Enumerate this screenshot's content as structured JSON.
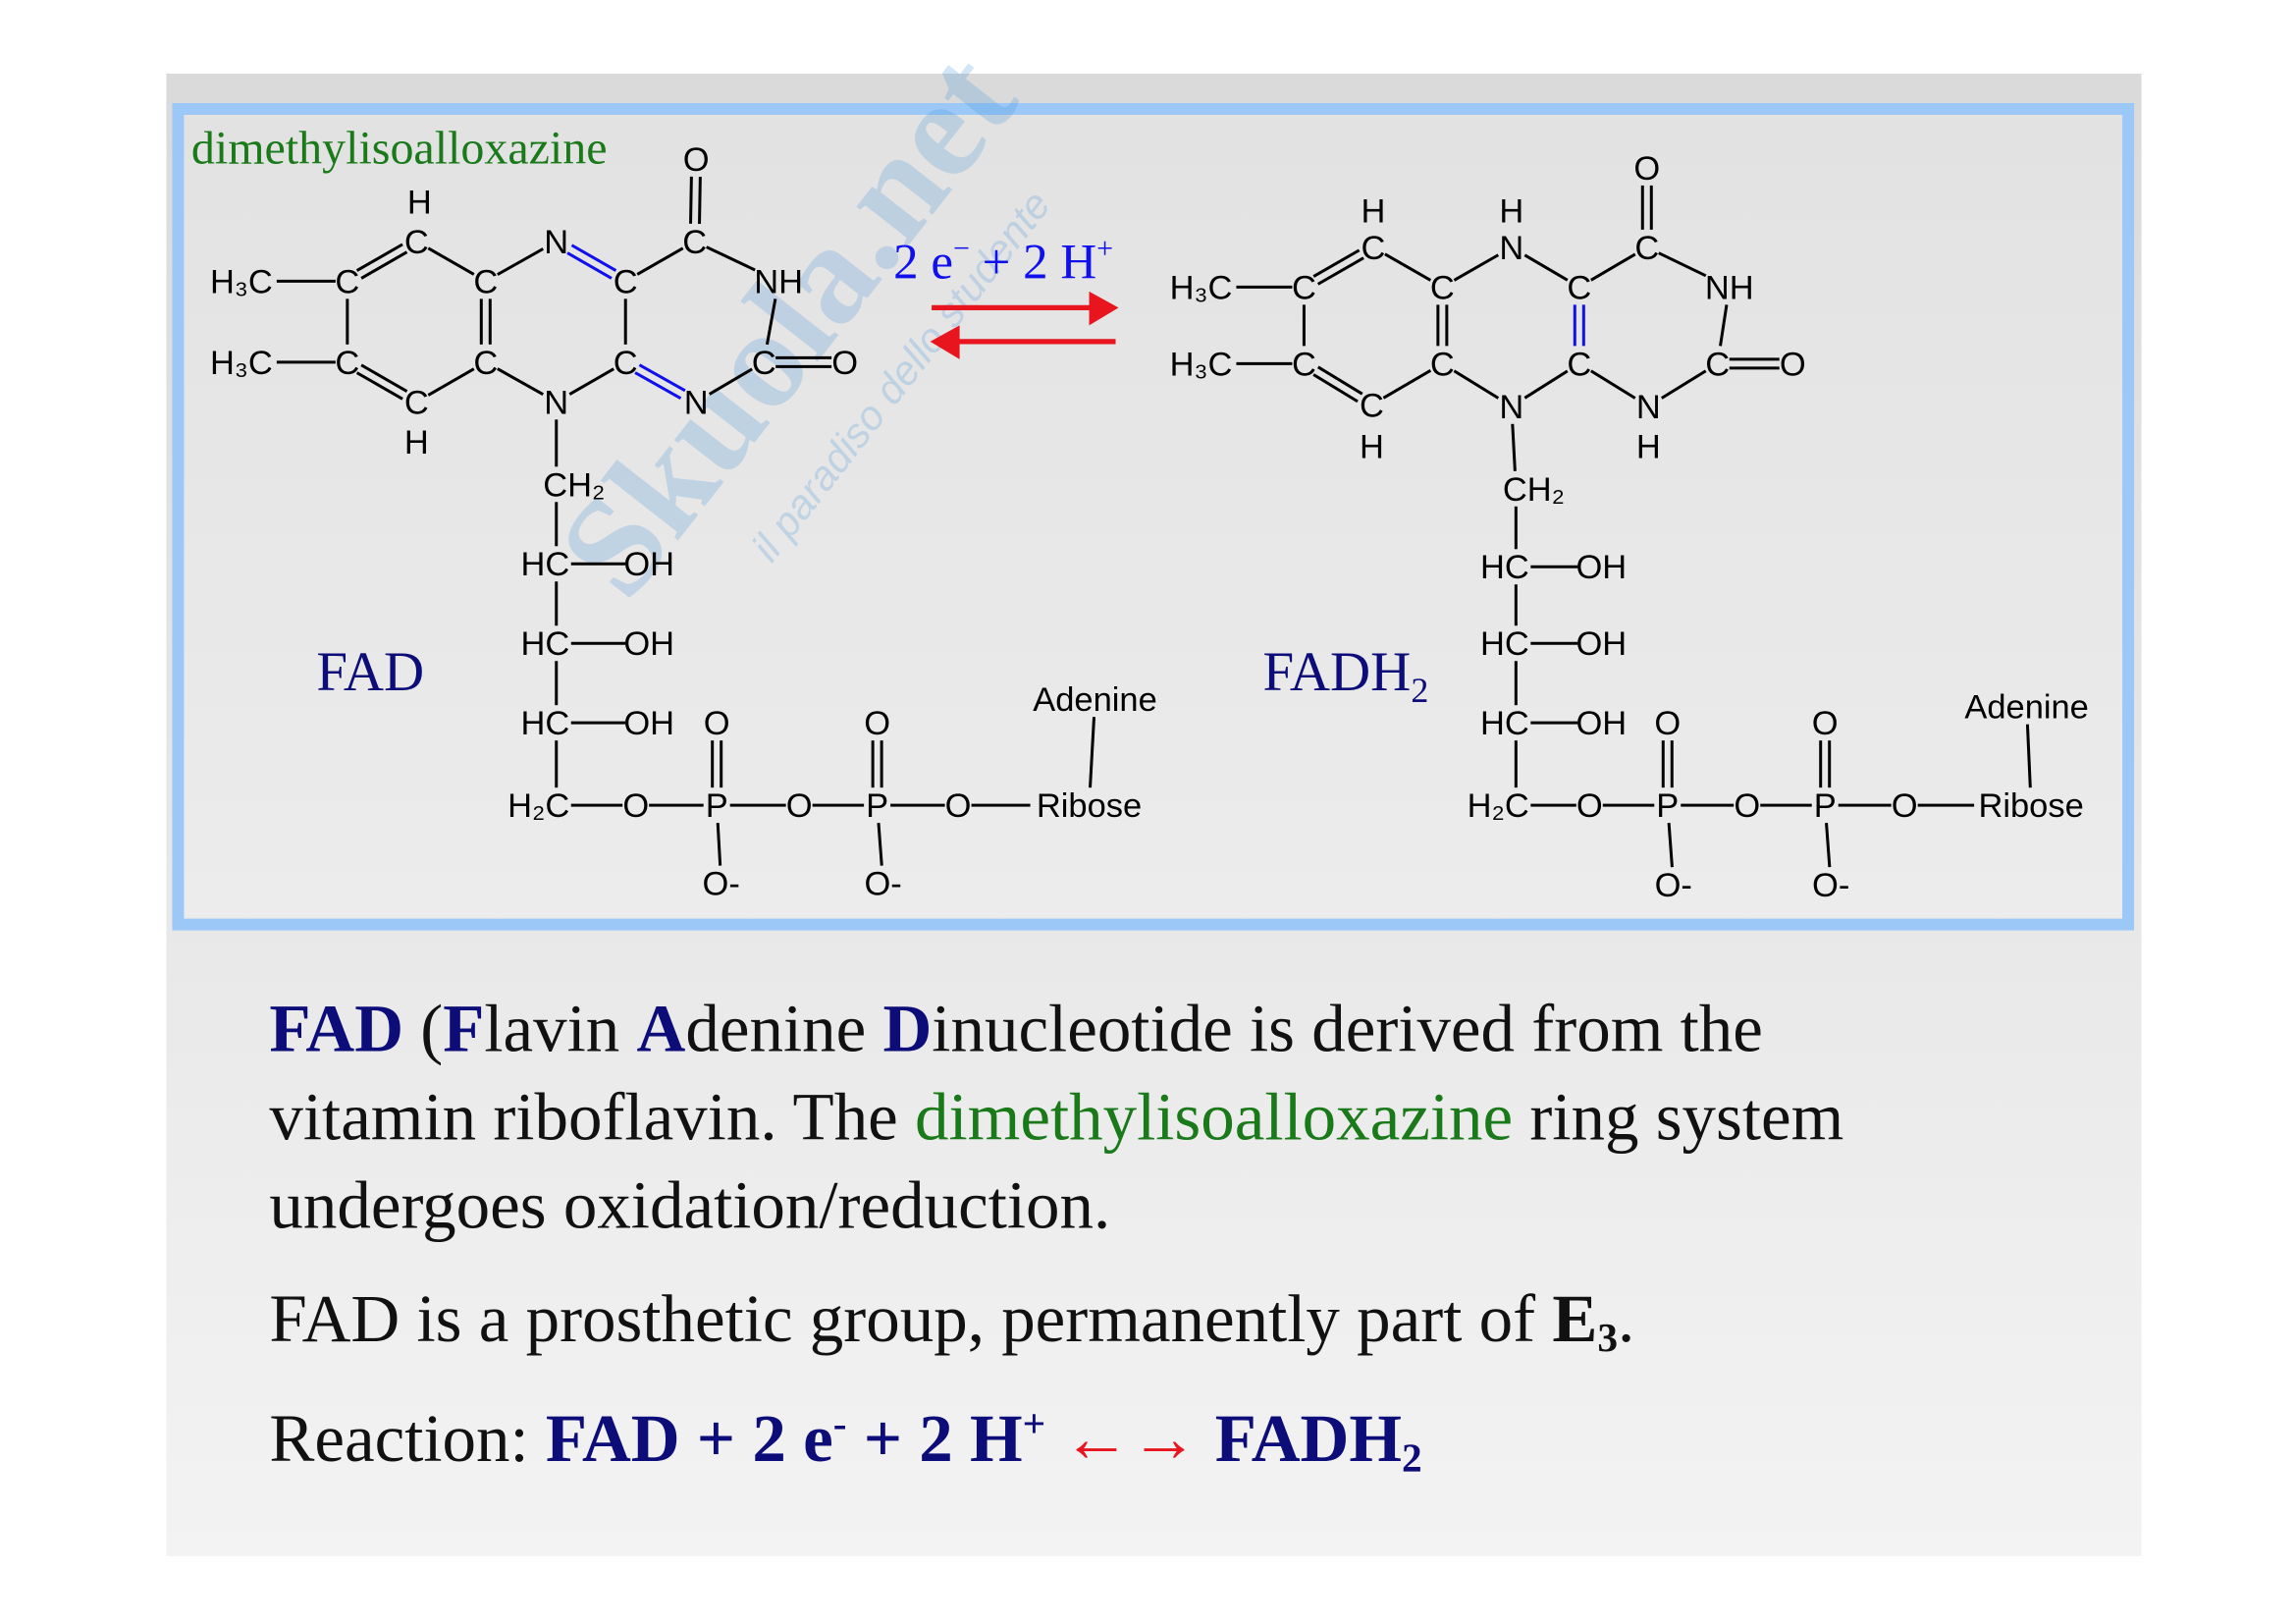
{
  "colors": {
    "navy": "#0d0d7a",
    "blue": "#1010ee",
    "green": "#1a7a1a",
    "red": "#e8141e",
    "frame": "#9cc8f8"
  },
  "watermark": {
    "brand": "Skuola.net",
    "tagline": "il paradiso dello studente"
  },
  "diagram": {
    "ring_label": "dimethylisoalloxazine",
    "reaction_label": {
      "t1": "2 e",
      "s1": "−",
      "t2": " + 2 H",
      "s2": "+"
    },
    "fad": {
      "name": "FAD",
      "atoms": [
        "H₃C",
        "H₃C",
        "C",
        "C",
        "C",
        "H",
        "C",
        "H",
        "C",
        "C",
        "N",
        "N",
        "C",
        "C",
        "C",
        "O",
        "NH",
        "C",
        "O",
        "N",
        "CH₂",
        "HC",
        "OH",
        "HC",
        "OH",
        "HC",
        "OH",
        "H₂C",
        "O",
        "P",
        "O",
        "O-",
        "O",
        "P",
        "O",
        "O-",
        "O",
        "Ribose",
        "Adenine"
      ]
    },
    "fadh2": {
      "name": "FADH",
      "name_sub": "2",
      "atoms": [
        "H₃C",
        "H₃C",
        "C",
        "C",
        "C",
        "H",
        "C",
        "H",
        "C",
        "C",
        "N",
        "H",
        "N",
        "C",
        "C",
        "C",
        "O",
        "NH",
        "C",
        "O",
        "N",
        "H",
        "CH₂",
        "HC",
        "OH",
        "HC",
        "OH",
        "HC",
        "OH",
        "H₂C",
        "O",
        "P",
        "O",
        "O-",
        "O",
        "P",
        "O",
        "O-",
        "O",
        "Ribose",
        "Adenine"
      ]
    }
  },
  "text": {
    "p1": {
      "a": "FAD",
      "b": " (",
      "c": "F",
      "d": "lavin ",
      "e": "A",
      "f": "denine ",
      "g": "D",
      "h": "inucleotide is derived from the"
    },
    "p2": {
      "a": "vitamin riboflavin. The ",
      "b": "dimethylisoalloxazine",
      "c": " ring system"
    },
    "p3": "undergoes oxidation/reduction.",
    "p4": {
      "a": "FAD is a prosthetic group, permanently part of ",
      "b": "E",
      "c": "3",
      "d": "."
    },
    "p5": {
      "a": "Reaction:  ",
      "b": "FAD + 2 e",
      "c": "-",
      "d": " + 2 H",
      "e": "+",
      "f": " ←→ ",
      "g": "FADH",
      "h": "2"
    }
  }
}
